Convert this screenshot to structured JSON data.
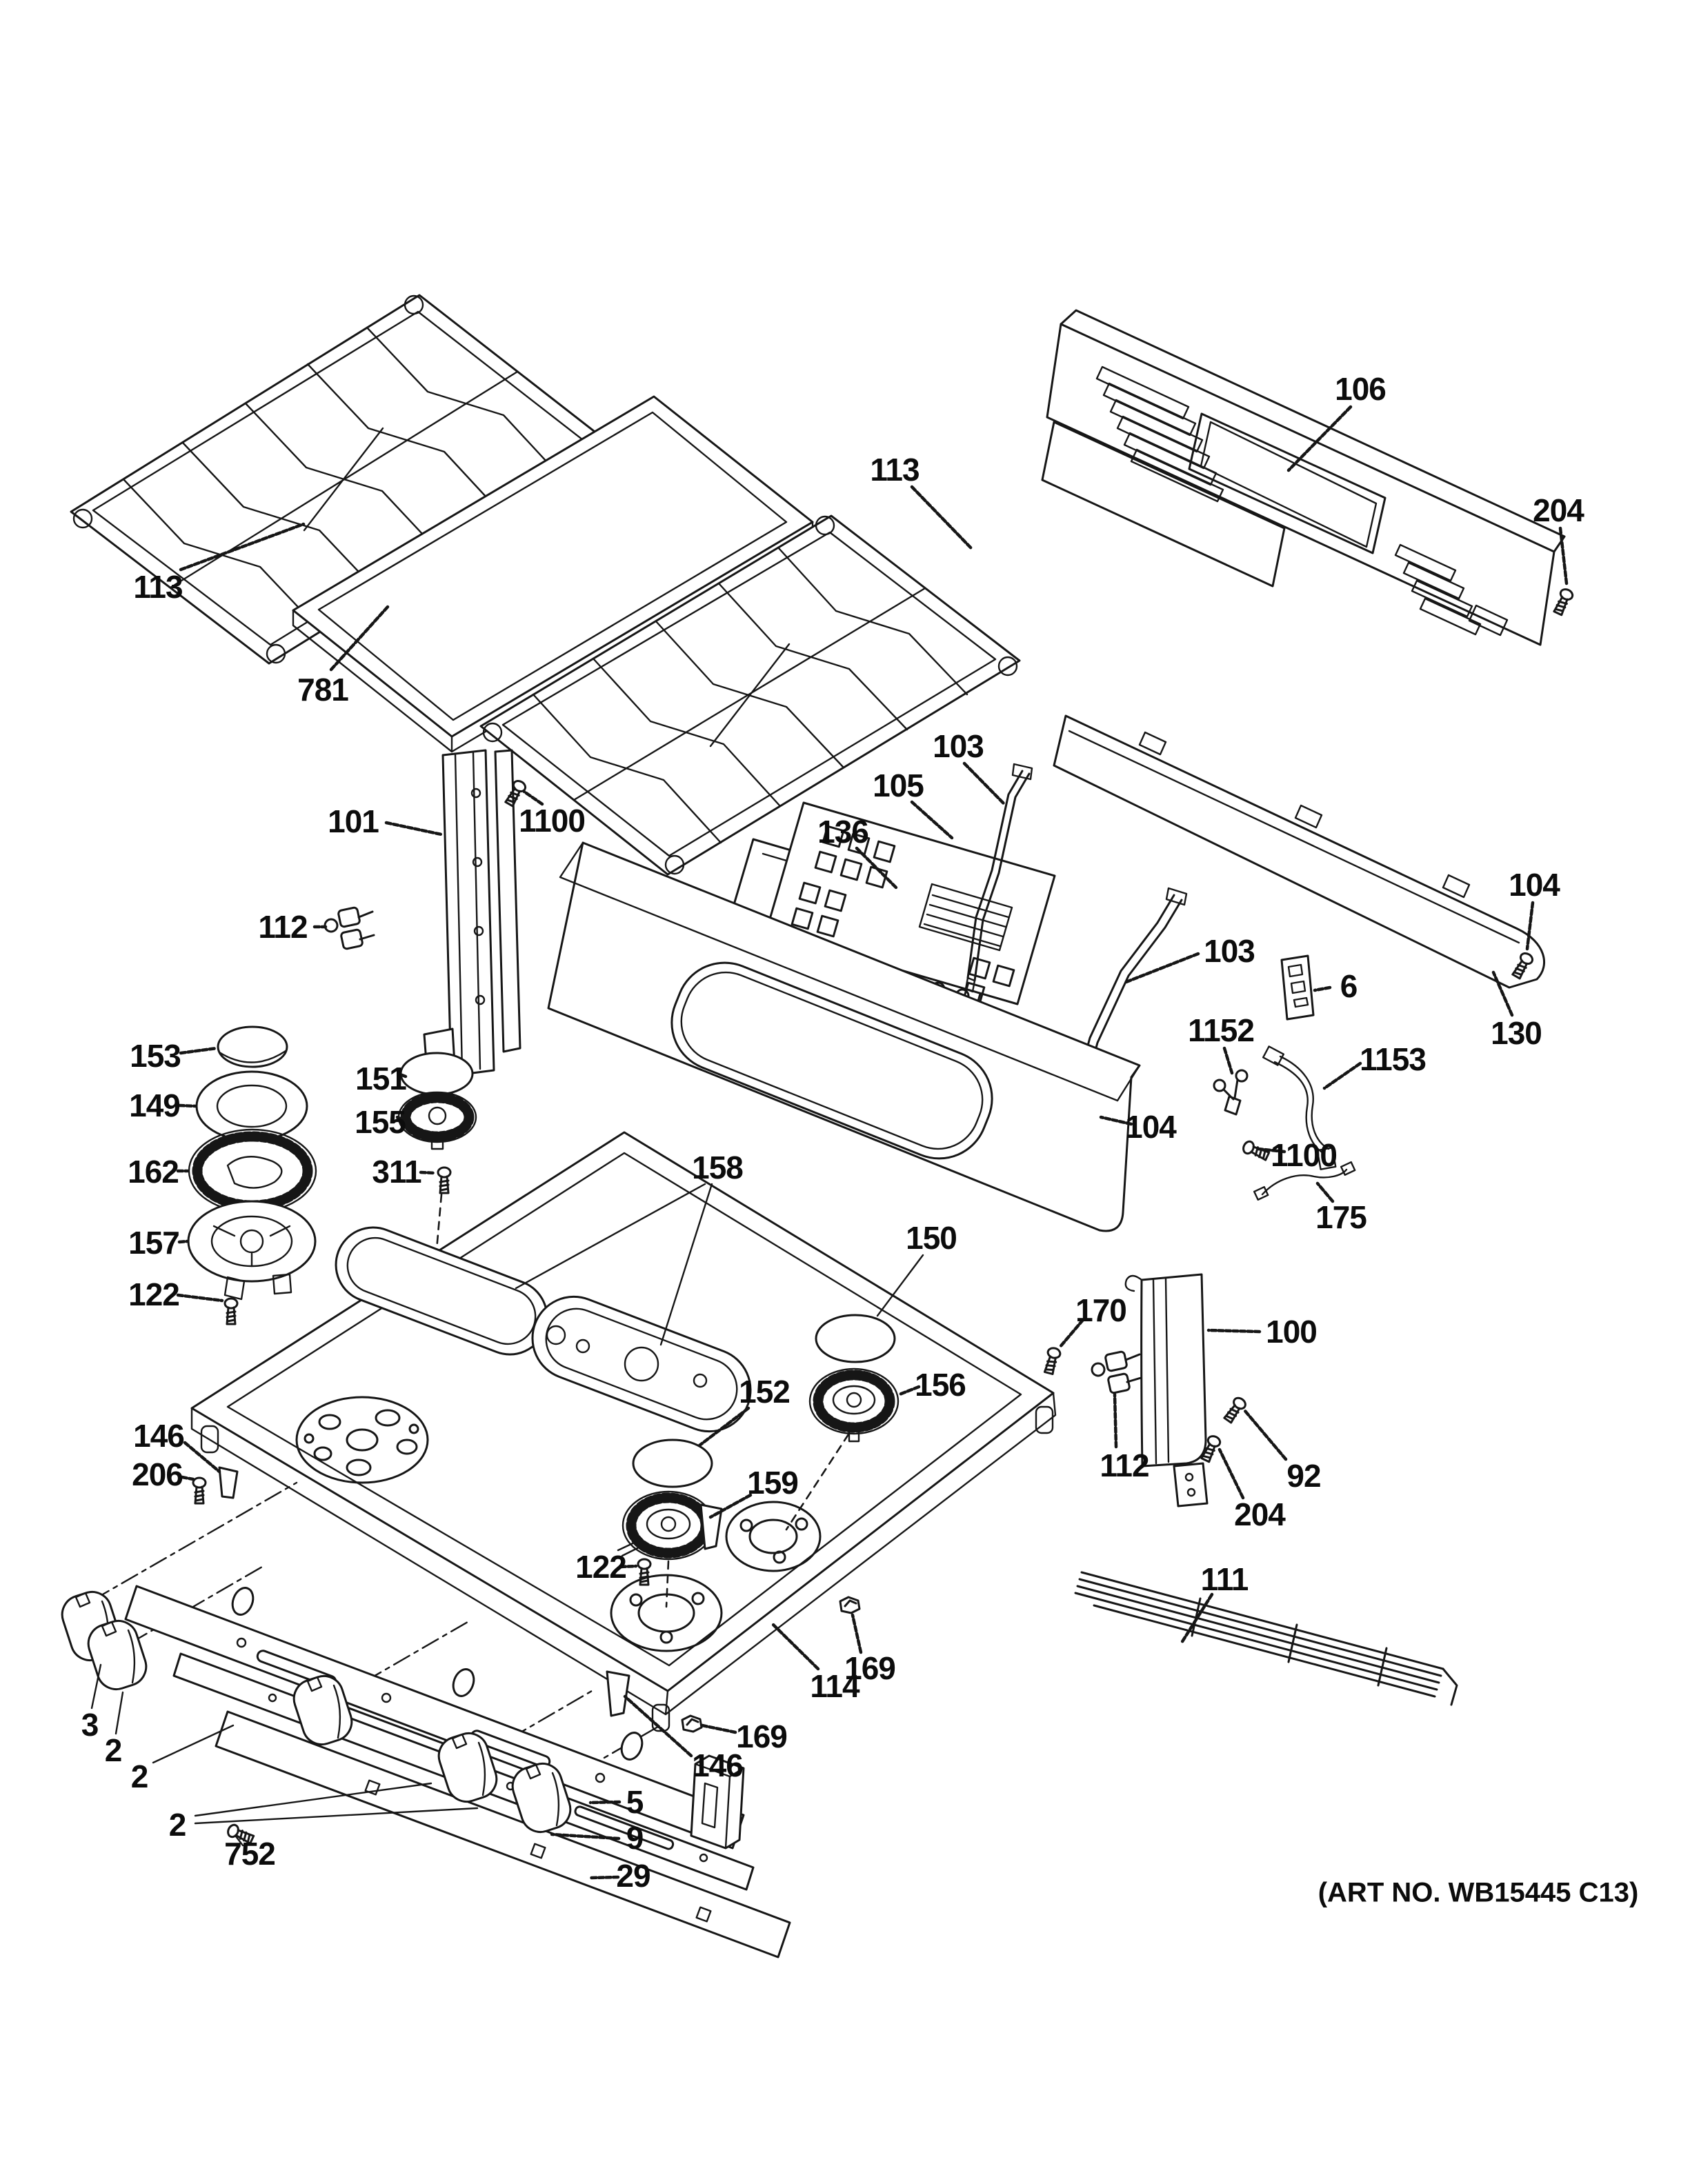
{
  "art_no": "(ART NO. WB15445 C13)",
  "labels": [
    "113",
    "781",
    "113",
    "106",
    "204",
    "101",
    "1100",
    "112",
    "105",
    "103",
    "136",
    "103",
    "6",
    "104",
    "130",
    "1152",
    "1153",
    "104",
    "153",
    "149",
    "162",
    "157",
    "122",
    "151",
    "155",
    "311",
    "158",
    "150",
    "1100",
    "175",
    "170",
    "100",
    "156",
    "152",
    "146",
    "206",
    "159",
    "112",
    "92",
    "204",
    "122",
    "111",
    "169",
    "114",
    "169",
    "146",
    "3",
    "2",
    "2",
    "2",
    "752",
    "5",
    "9",
    "29"
  ]
}
